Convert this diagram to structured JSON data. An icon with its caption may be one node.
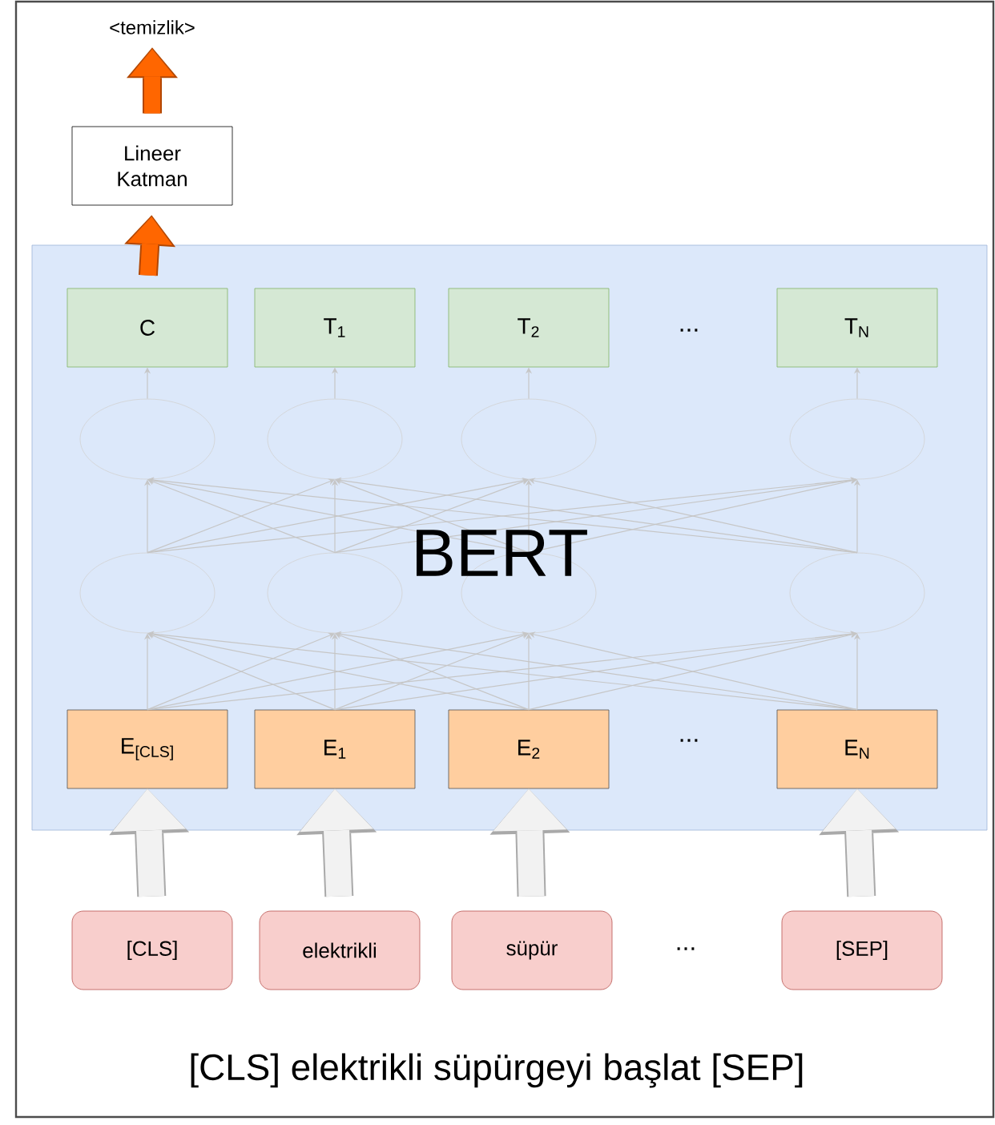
{
  "diagram": {
    "nodes": [
      {
        "text": [
          "<temizlik>"
        ]
      },
      {
        "text": [
          "Lineer Katman"
        ]
      },
      {
        "text": [
          "BERT"
        ]
      },
      {
        "text": [
          "C"
        ],
        "in": 2
      },
      {
        "text": [
          "T$_{1}$"
        ],
        "in": 2
      },
      {
        "text": [
          "T$_{2}$"
        ],
        "in": 2
      },
      {
        "text": [
          "T$_{N}$"
        ],
        "in": 2
      },
      {
        "text": [],
        "shape": "ellipse",
        "in": 2
      },
      {
        "text": [],
        "shape": "ellipse",
        "in": 2
      },
      {
        "text": [],
        "shape": "ellipse",
        "in": 2
      },
      {
        "text": [],
        "shape": "ellipse",
        "in": 2
      },
      {
        "text": [],
        "shape": "ellipse",
        "in": 2
      },
      {
        "text": [],
        "shape": "ellipse",
        "in": 2
      },
      {
        "text": [],
        "shape": "ellipse",
        "in": 2
      },
      {
        "text": [],
        "shape": "ellipse",
        "in": 2
      },
      {
        "text": [
          "E$_{[CLS]}$"
        ],
        "in": 2
      },
      {
        "text": [
          "E$_{1}$"
        ],
        "in": 2
      },
      {
        "text": [
          "E$_{2}$"
        ],
        "in": 2
      },
      {
        "text": [
          "E$_{N}$"
        ],
        "in": 2
      },
      {
        "text": [
          "[CLS]"
        ]
      },
      {
        "text": [
          "elektrikli"
        ]
      },
      {
        "text": [
          "süpür"
        ]
      },
      {
        "text": [
          "[SEP]"
        ]
      }
    ],
    "edges": [
      {
        "from": 1,
        "to": 0,
        "arrow": "to",
        "style": "thick",
        "color": "#ff6600"
      },
      {
        "from": 3,
        "to": 1,
        "arrow": "to",
        "style": "thick",
        "color": "#ff6600"
      },
      {
        "from": 7,
        "to": 3,
        "arrow": "to"
      },
      {
        "from": 8,
        "to": 4,
        "arrow": "to"
      },
      {
        "from": 9,
        "to": 5,
        "arrow": "to"
      },
      {
        "from": 10,
        "to": 6,
        "arrow": "to"
      },
      {
        "from": 11,
        "to": 7,
        "arrow": "to"
      },
      {
        "from": 11,
        "to": 8,
        "arrow": "to"
      },
      {
        "from": 11,
        "to": 9,
        "arrow": "to"
      },
      {
        "from": 11,
        "to": 10,
        "arrow": "to"
      },
      {
        "from": 12,
        "to": 7,
        "arrow": "to"
      },
      {
        "from": 12,
        "to": 8,
        "arrow": "to"
      },
      {
        "from": 12,
        "to": 9,
        "arrow": "to"
      },
      {
        "from": 12,
        "to": 10,
        "arrow": "to"
      },
      {
        "from": 13,
        "to": 7,
        "arrow": "to"
      },
      {
        "from": 13,
        "to": 8,
        "arrow": "to"
      },
      {
        "from": 13,
        "to": 9,
        "arrow": "to"
      },
      {
        "from": 13,
        "to": 10,
        "arrow": "to"
      },
      {
        "from": 14,
        "to": 7,
        "arrow": "to"
      },
      {
        "from": 14,
        "to": 8,
        "arrow": "to"
      },
      {
        "from": 14,
        "to": 9,
        "arrow": "to"
      },
      {
        "from": 14,
        "to": 10,
        "arrow": "to"
      },
      {
        "from": 15,
        "to": 11,
        "arrow": "to"
      },
      {
        "from": 15,
        "to": 12,
        "arrow": "to"
      },
      {
        "from": 15,
        "to": 13,
        "arrow": "to"
      },
      {
        "from": 15,
        "to": 14,
        "arrow": "to"
      },
      {
        "from": 16,
        "to": 11,
        "arrow": "to"
      },
      {
        "from": 16,
        "to": 12,
        "arrow": "to"
      },
      {
        "from": 16,
        "to": 13,
        "arrow": "to"
      },
      {
        "from": 16,
        "to": 14,
        "arrow": "to"
      },
      {
        "from": 17,
        "to": 11,
        "arrow": "to"
      },
      {
        "from": 17,
        "to": 12,
        "arrow": "to"
      },
      {
        "from": 17,
        "to": 13,
        "arrow": "to"
      },
      {
        "from": 17,
        "to": 14,
        "arrow": "to"
      },
      {
        "from": 18,
        "to": 11,
        "arrow": "to"
      },
      {
        "from": 18,
        "to": 12,
        "arrow": "to"
      },
      {
        "from": 18,
        "to": 13,
        "arrow": "to"
      },
      {
        "from": 18,
        "to": 14,
        "arrow": "to"
      },
      {
        "from": 19,
        "to": 15,
        "arrow": "to",
        "style": "thick",
        "color": "#f2f2f2"
      },
      {
        "from": 20,
        "to": 16,
        "arrow": "to",
        "style": "thick",
        "color": "#f2f2f2"
      },
      {
        "from": 21,
        "to": 17,
        "arrow": "to",
        "style": "thick",
        "color": "#f2f2f2"
      },
      {
        "from": 22,
        "to": 18,
        "arrow": "to",
        "style": "thick",
        "color": "#f2f2f2"
      }
    ],
    "labels": [
      "...",
      "...",
      "...",
      "[CLS] elektrikli süpürgeyi başlat [SEP]"
    ]
  }
}
